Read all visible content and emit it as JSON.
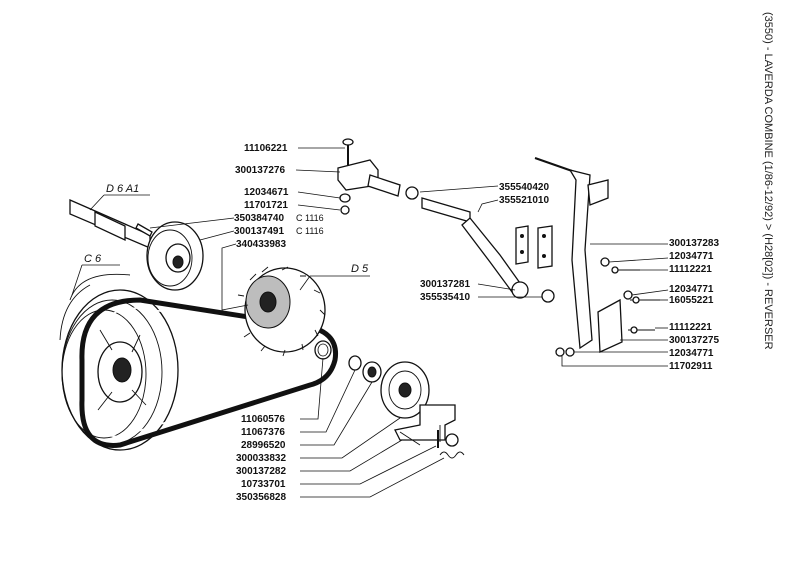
{
  "title": "(3550) - LAVERDA COMBINE (1/86-12/92) > (H28[02]) - REVERSER",
  "references": [
    "D 6 A1",
    "C 6",
    "D 5"
  ],
  "callouts_left": [
    {
      "pn": "11106221",
      "suffix": ""
    },
    {
      "pn": "300137276",
      "suffix": ""
    },
    {
      "pn": "12034671",
      "suffix": ""
    },
    {
      "pn": "11701721",
      "suffix": ""
    },
    {
      "pn": "350384740",
      "suffix": "C 1116"
    },
    {
      "pn": "300137491",
      "suffix": "C 1116"
    },
    {
      "pn": "340433983",
      "suffix": ""
    }
  ],
  "callouts_mid": [
    {
      "pn": "355540420"
    },
    {
      "pn": "355521010"
    },
    {
      "pn": "300137281"
    },
    {
      "pn": "355535410"
    }
  ],
  "callouts_right": [
    {
      "pn": "300137283"
    },
    {
      "pn": "12034771"
    },
    {
      "pn": "11112221"
    },
    {
      "pn": "12034771"
    },
    {
      "pn": "16055221"
    },
    {
      "pn": "11112221"
    },
    {
      "pn": "300137275"
    },
    {
      "pn": "12034771"
    },
    {
      "pn": "11702911"
    }
  ],
  "callouts_bottom": [
    {
      "pn": "11060576"
    },
    {
      "pn": "11067376"
    },
    {
      "pn": "28996520"
    },
    {
      "pn": "300033832"
    },
    {
      "pn": "300137282"
    },
    {
      "pn": "10733701"
    },
    {
      "pn": "350356828"
    }
  ]
}
